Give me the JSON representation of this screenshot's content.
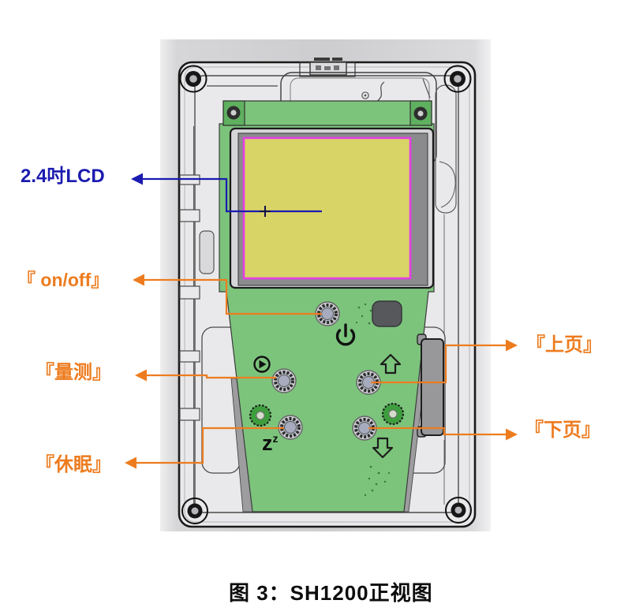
{
  "figure": {
    "caption": "图 3：SH1200正视图"
  },
  "annotations": {
    "lcd": {
      "text": "2.4吋LCD"
    },
    "onoff": {
      "text": "『 on/off』"
    },
    "measure": {
      "text": "『量测』"
    },
    "sleep": {
      "text": "『休眠』"
    },
    "page_up": {
      "text": "『上页』"
    },
    "page_down": {
      "text": "『下页』"
    }
  },
  "device": {
    "sleep_key_symbol": {
      "base": "z",
      "sup": "z"
    },
    "icons": {
      "power": "power-symbol-circle-with-bar",
      "play": "play-triangle-in-circle",
      "page_up": "hollow-up-arrow",
      "page_down": "hollow-down-arrow"
    }
  },
  "colors": {
    "annotation_orange": "#ED7C1F",
    "annotation_blue": "#1B1BB0",
    "pcb_green": "#7CC47C",
    "pcb_green_dark": "#5FB05F",
    "screw_boss_green": "#3E9E3E",
    "screen_yellow": "#D9D466",
    "screen_border_magenta": "#E33FE3",
    "bezel_gray": "#8B8B8E",
    "case_gray": "#E9E9EB",
    "canvas_gray": "#CFCFD1"
  }
}
